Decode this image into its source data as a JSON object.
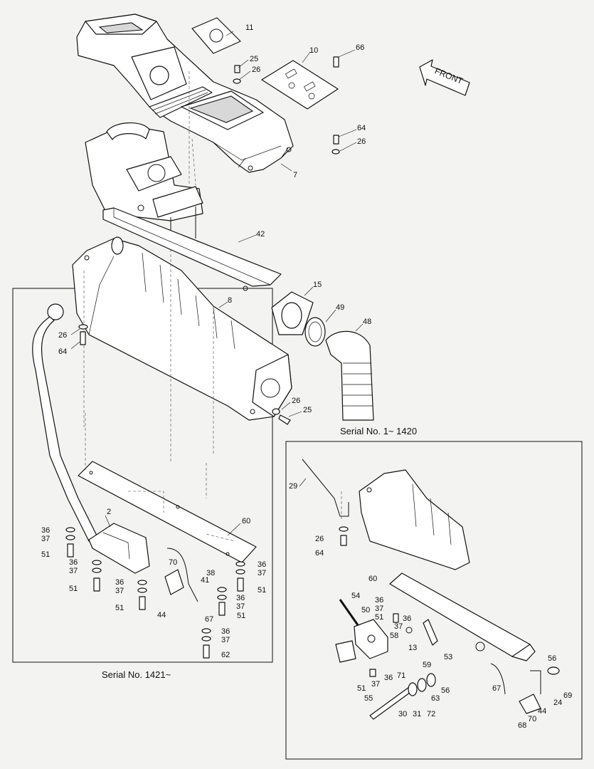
{
  "front_label": "FRONT",
  "captions": {
    "serial_early": "Serial No. 1~ 1420",
    "serial_late": "Serial No. 1421~"
  },
  "callouts": {
    "c11": "11",
    "c25a": "25",
    "c26a": "26",
    "c10": "10",
    "c66": "66",
    "c64a": "64",
    "c26b": "26",
    "c7": "7",
    "c42": "42",
    "c15": "15",
    "c8": "8",
    "c49": "49",
    "c48": "48",
    "c26c": "26",
    "c64b": "64",
    "c26d": "26",
    "c25b": "25",
    "l_29": "29",
    "l_26": "26",
    "l_64": "64",
    "l_60": "60",
    "l_54": "54",
    "l_50": "50",
    "l_36a": "36",
    "l_37a": "37",
    "l_51a": "51",
    "l_36b": "36",
    "l_37b": "37",
    "l_58": "58",
    "l_13": "13",
    "l_53": "53",
    "l_59": "59",
    "l_36c": "36",
    "l_71": "71",
    "l_51b": "51",
    "l_37c": "37",
    "l_56a": "56",
    "l_63": "63",
    "l_55": "55",
    "l_30": "30",
    "l_31": "31",
    "l_72": "72",
    "l_67": "67",
    "l_56b": "56",
    "l_69": "69",
    "l_24": "24",
    "l_44": "44",
    "l_70": "70",
    "l_68": "68",
    "s_2": "2",
    "s_60": "60",
    "s_36a": "36",
    "s_37a": "37",
    "s_51a": "51",
    "s_36b": "36",
    "s_37b": "37",
    "s_51b": "51",
    "s_36c": "36",
    "s_37c": "37",
    "s_51c": "51",
    "s_70": "70",
    "s_38": "38",
    "s_41": "41",
    "s_36d": "36",
    "s_37d": "37",
    "s_36e": "36",
    "s_37e": "37",
    "s_51d": "51",
    "s_51e": "51",
    "s_44": "44",
    "s_67": "67",
    "s_36f": "36",
    "s_37f": "37",
    "s_62": "62"
  }
}
